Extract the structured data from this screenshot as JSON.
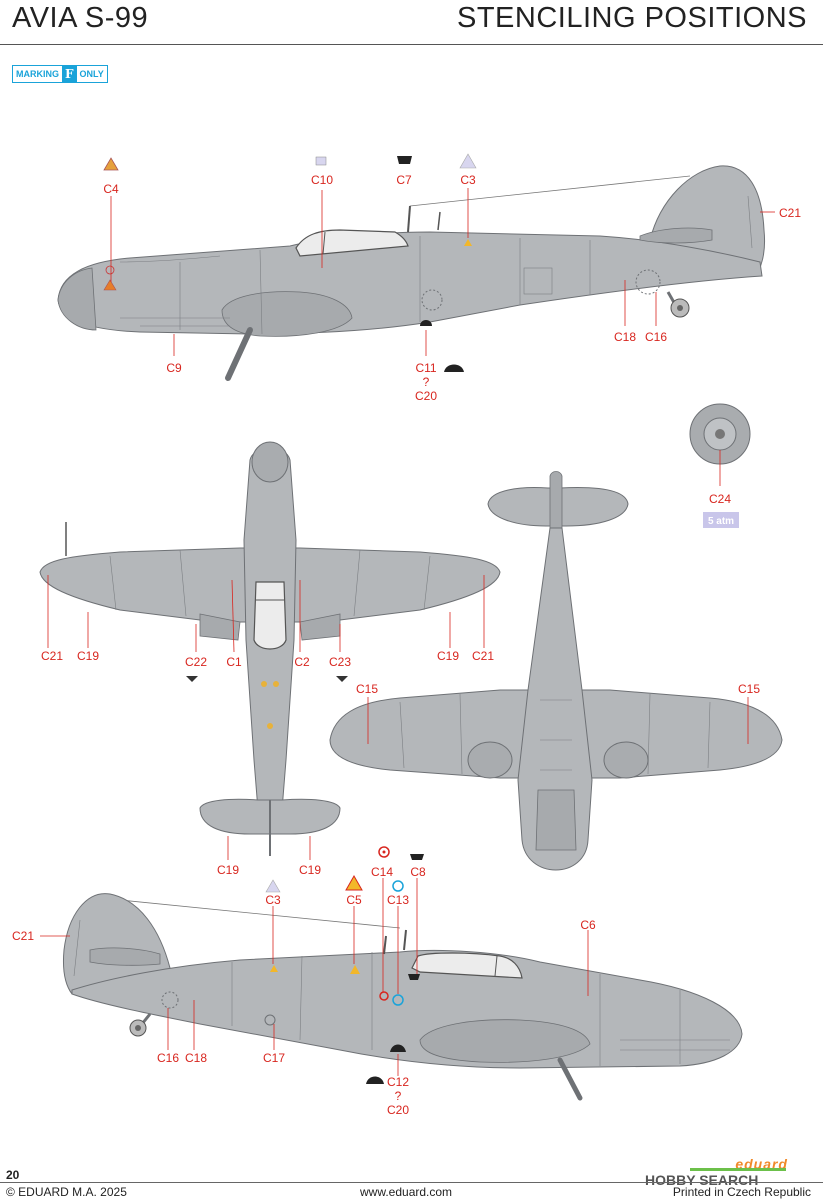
{
  "header": {
    "model": "AVIA S-99",
    "section": "STENCILING POSITIONS"
  },
  "marking_tag": {
    "left": "MARKING",
    "letter": "F",
    "right": "ONLY"
  },
  "labels": {
    "c1": "C1",
    "c2": "C2",
    "c3": "C3",
    "c4": "C4",
    "c5": "C5",
    "c6": "C6",
    "c7": "C7",
    "c8": "C8",
    "c9": "C9",
    "c10": "C10",
    "c11": "C11",
    "c12": "C12",
    "c13": "C13",
    "c14": "C14",
    "c15": "C15",
    "c16": "C16",
    "c17": "C17",
    "c18": "C18",
    "c19": "C19",
    "c20": "C20",
    "c21": "C21",
    "c22": "C22",
    "c23": "C23",
    "c24": "C24",
    "or": "?"
  },
  "wheel_badge": "5 atm",
  "colors": {
    "label_red": "#d8261f",
    "aircraft_grey": "#b4b7ba",
    "accent_blue": "#1aa3d9",
    "badge_lilac": "#c9c6ea"
  },
  "footer": {
    "page": "20",
    "copyright": "© EDUARD M.A. 2025",
    "website": "www.eduard.com",
    "printed": "Printed in Czech Republic",
    "logo_eduard": "eduard",
    "logo_hobby": "HOBBY",
    "logo_search": "SEARCH"
  }
}
